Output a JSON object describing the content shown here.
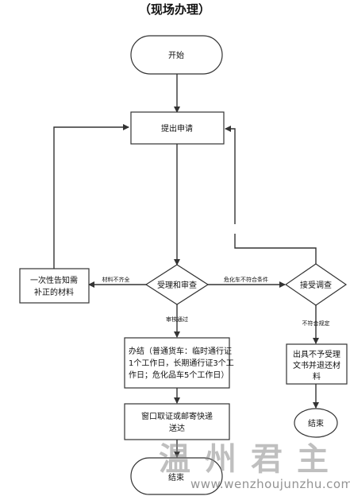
{
  "title": "（现场办理）",
  "nodes": {
    "start": "开始",
    "submit": "提出申请",
    "accept_review": "受理和审查",
    "notify_supplement": [
      "一次性告知需",
      "补正的材料"
    ],
    "investigate": "接受调查",
    "process": [
      "办结（普通货车：临时通行证",
      "1个工作日，长期通行证3个工",
      "作日；危化品车5个工作日）"
    ],
    "pickup": [
      "窗口取证或邮寄快递",
      "送达"
    ],
    "end_left": "结束",
    "reject": [
      "出具不予受理",
      "文书并退还材",
      "料"
    ],
    "end_right": "结束"
  },
  "edges": {
    "incomplete": "材料不齐全",
    "approved": "审核通过",
    "hazmat_fail": "危化车不符合条件",
    "non_compliant": "不符合规定"
  },
  "watermark": {
    "text": "温州君主",
    "url": "www.wenzhoujunzhu.com"
  }
}
